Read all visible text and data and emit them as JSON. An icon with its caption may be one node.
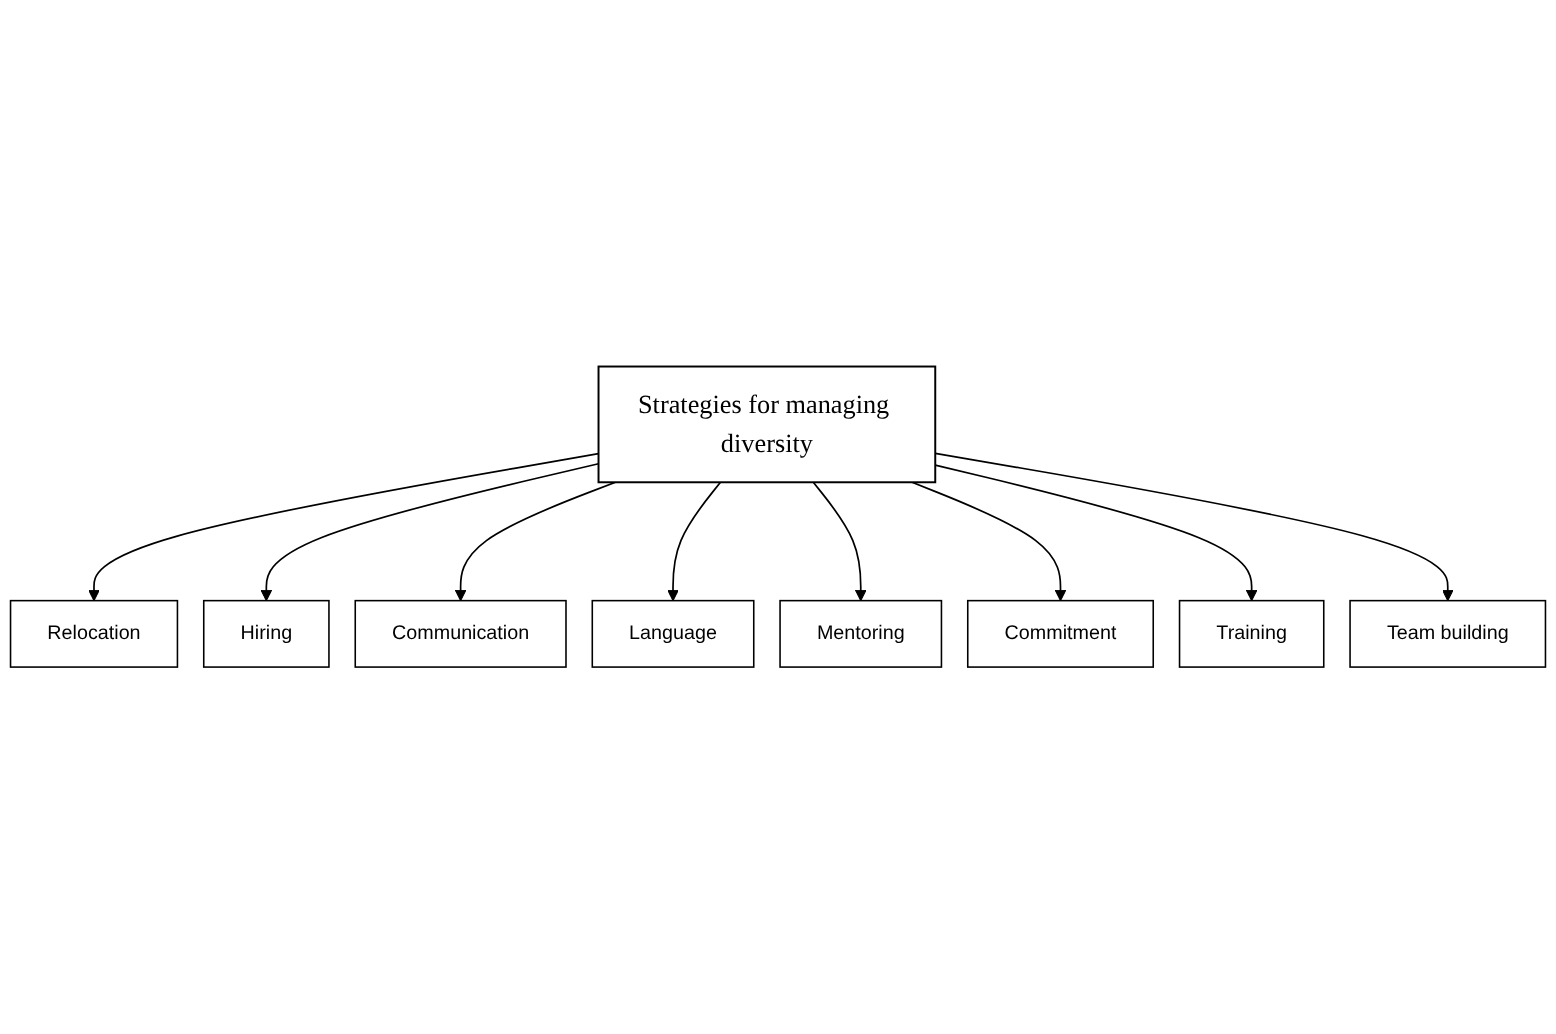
{
  "diagram": {
    "nodes": [
      {
        "text": [
          "Strategies for managing diversity"
        ]
      },
      {
        "text": [
          "Relocation"
        ]
      },
      {
        "text": [
          "Hiring"
        ]
      },
      {
        "text": [
          "Communication"
        ]
      },
      {
        "text": [
          "Language"
        ]
      },
      {
        "text": [
          "Mentoring"
        ]
      },
      {
        "text": [
          "Commitment"
        ]
      },
      {
        "text": [
          "Training"
        ]
      },
      {
        "text": [
          "Team building"
        ]
      }
    ],
    "edges": [
      {
        "from": 0,
        "to": 1,
        "arrow": "to"
      },
      {
        "from": 0,
        "to": 2,
        "arrow": "to"
      },
      {
        "from": 0,
        "to": 3,
        "arrow": "to"
      },
      {
        "from": 0,
        "to": 4,
        "arrow": "to"
      },
      {
        "from": 0,
        "to": 5,
        "arrow": "to"
      },
      {
        "from": 0,
        "to": 6,
        "arrow": "to"
      },
      {
        "from": 0,
        "to": 7,
        "arrow": "to"
      },
      {
        "from": 0,
        "to": 8,
        "arrow": "to"
      }
    ]
  }
}
